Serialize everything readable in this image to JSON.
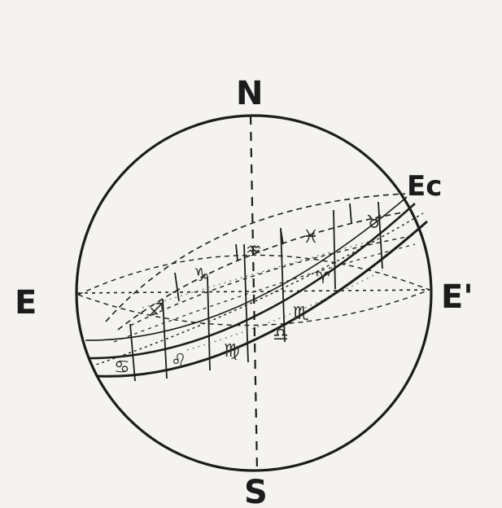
{
  "labels": {
    "north": "N",
    "south": "S",
    "east_left": "E",
    "east_right": "E'",
    "ecliptic": "Ec"
  },
  "zodiac": {
    "upper_band": [
      "♐",
      "♑",
      "♒",
      "♓",
      "♈",
      "♉"
    ],
    "lower_band": [
      "♋",
      "♌",
      "♍",
      "♎",
      "♏"
    ]
  },
  "colors": {
    "ink": "#1c1c1c",
    "paper": "#f4f3ef"
  }
}
